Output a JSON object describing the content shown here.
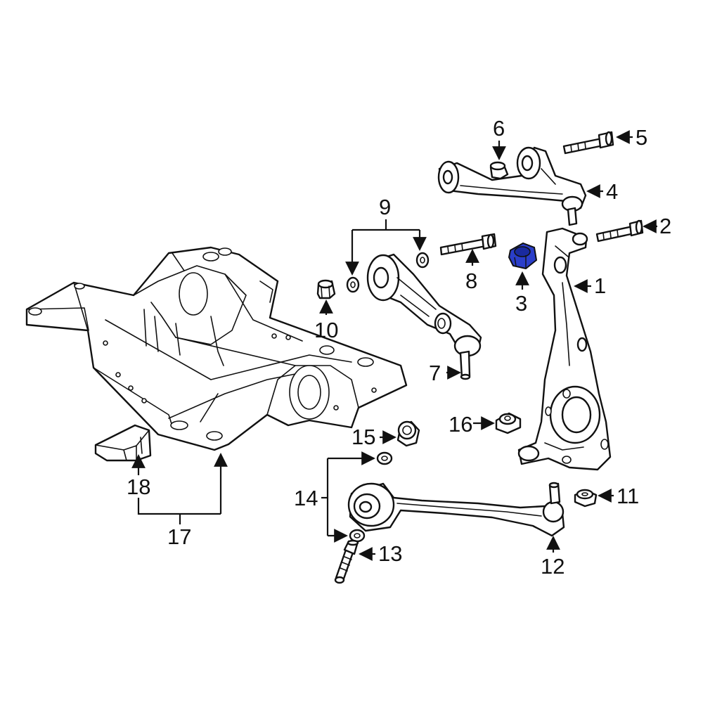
{
  "callouts": {
    "c1": "1",
    "c2": "2",
    "c3": "3",
    "c4": "4",
    "c5": "5",
    "c6": "6",
    "c7": "7",
    "c8": "8",
    "c9": "9",
    "c10": "10",
    "c11": "11",
    "c12": "12",
    "c13": "13",
    "c14": "14",
    "c15": "15",
    "c16": "16",
    "c17": "17",
    "c18": "18"
  },
  "colors": {
    "highlight_part": "#2a3ec9",
    "line": "#111111",
    "background": "#ffffff"
  },
  "highlighted_callout": "3"
}
